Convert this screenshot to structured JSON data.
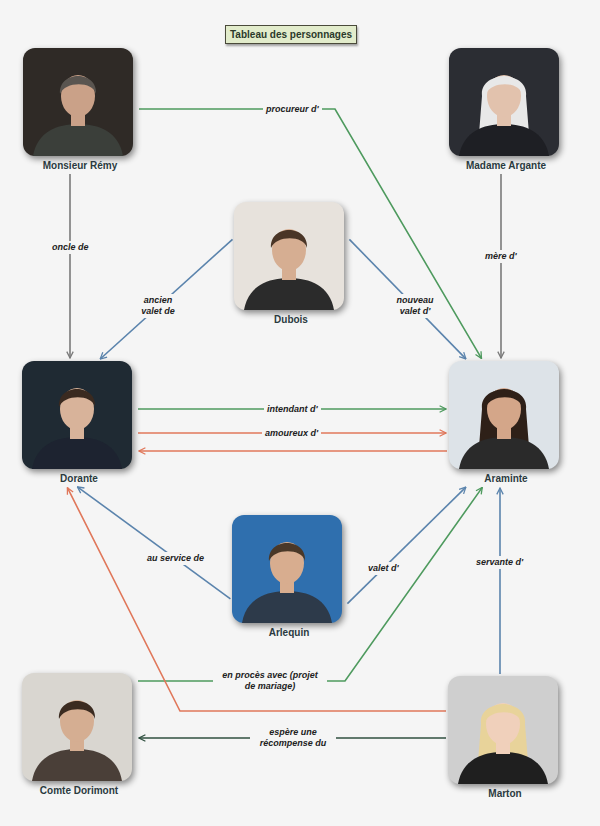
{
  "diagram": {
    "title": "Tableau des personnages",
    "nodes": [
      {
        "text": [
          "Monsieur Rémy"
        ]
      },
      {
        "text": [
          "Madame Argante"
        ]
      },
      {
        "text": [
          "Dubois"
        ]
      },
      {
        "text": [
          "Dorante"
        ]
      },
      {
        "text": [
          "Araminte"
        ]
      },
      {
        "text": [
          "Arlequin"
        ]
      },
      {
        "text": [
          "Comte Dorimont"
        ]
      },
      {
        "text": [
          "Marton"
        ]
      }
    ],
    "edges": [
      {
        "from": 0,
        "to": 4,
        "label": "procureur d'",
        "arrow": "to"
      },
      {
        "from": 1,
        "to": 4,
        "label": "mère d'",
        "arrow": "to"
      },
      {
        "from": 0,
        "to": 3,
        "label": "oncle de",
        "arrow": "to"
      },
      {
        "from": 2,
        "to": 3,
        "label": "ancien valet de",
        "arrow": "to"
      },
      {
        "from": 2,
        "to": 4,
        "label": "nouveau valet d'",
        "arrow": "to"
      },
      {
        "from": 3,
        "to": 4,
        "label": "intendant d'",
        "arrow": "to"
      },
      {
        "from": 3,
        "to": 4,
        "label": "amoureux d'",
        "arrow": "to"
      },
      {
        "from": 4,
        "to": 3,
        "arrow": "to"
      },
      {
        "from": 5,
        "to": 3,
        "label": "au service de",
        "arrow": "to"
      },
      {
        "from": 5,
        "to": 4,
        "label": "valet d'",
        "arrow": "to"
      },
      {
        "from": 7,
        "to": 4,
        "label": "servante d'",
        "arrow": "to"
      },
      {
        "from": 6,
        "to": 4,
        "label": "en procès avec (projet de mariage)",
        "arrow": "to"
      },
      {
        "from": 7,
        "to": 3,
        "arrow": "to"
      },
      {
        "from": 7,
        "to": 6,
        "label": "espère une récompense du",
        "arrow": "to"
      }
    ]
  }
}
